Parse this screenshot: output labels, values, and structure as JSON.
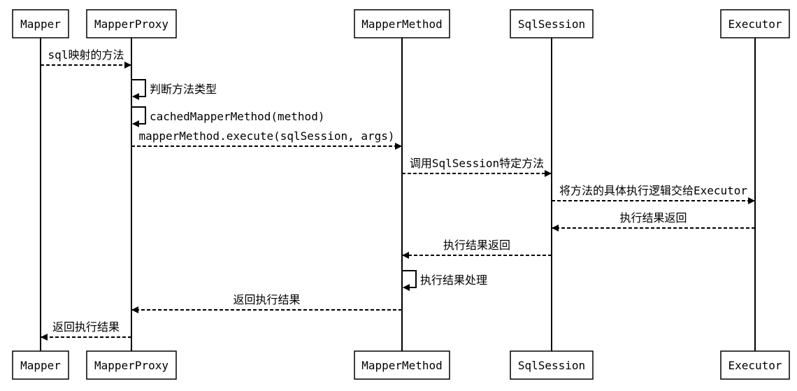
{
  "diagram": {
    "participants": [
      {
        "id": "mapper",
        "label": "Mapper"
      },
      {
        "id": "proxy",
        "label": "MapperProxy"
      },
      {
        "id": "method",
        "label": "MapperMethod"
      },
      {
        "id": "session",
        "label": "SqlSession"
      },
      {
        "id": "executor",
        "label": "Executor"
      }
    ],
    "messages": [
      {
        "from": "mapper",
        "to": "proxy",
        "label": "sql映射的方法",
        "style": "dashed"
      },
      {
        "from": "proxy",
        "to": "proxy",
        "label": "判断方法类型",
        "style": "solid-self"
      },
      {
        "from": "proxy",
        "to": "proxy",
        "label": "cachedMapperMethod(method)",
        "style": "solid-self"
      },
      {
        "from": "proxy",
        "to": "method",
        "label": "mapperMethod.execute(sqlSession, args)",
        "style": "dashed"
      },
      {
        "from": "method",
        "to": "session",
        "label": "调用SqlSession特定方法",
        "style": "dashed"
      },
      {
        "from": "session",
        "to": "executor",
        "label": "将方法的具体执行逻辑交给Executor",
        "style": "dashed"
      },
      {
        "from": "executor",
        "to": "session",
        "label": "执行结果返回",
        "style": "dashed"
      },
      {
        "from": "session",
        "to": "method",
        "label": "执行结果返回",
        "style": "dashed"
      },
      {
        "from": "method",
        "to": "method",
        "label": "执行结果处理",
        "style": "solid-self"
      },
      {
        "from": "method",
        "to": "proxy",
        "label": "返回执行结果",
        "style": "dashed"
      },
      {
        "from": "proxy",
        "to": "mapper",
        "label": "返回执行结果",
        "style": "dashed"
      }
    ]
  }
}
